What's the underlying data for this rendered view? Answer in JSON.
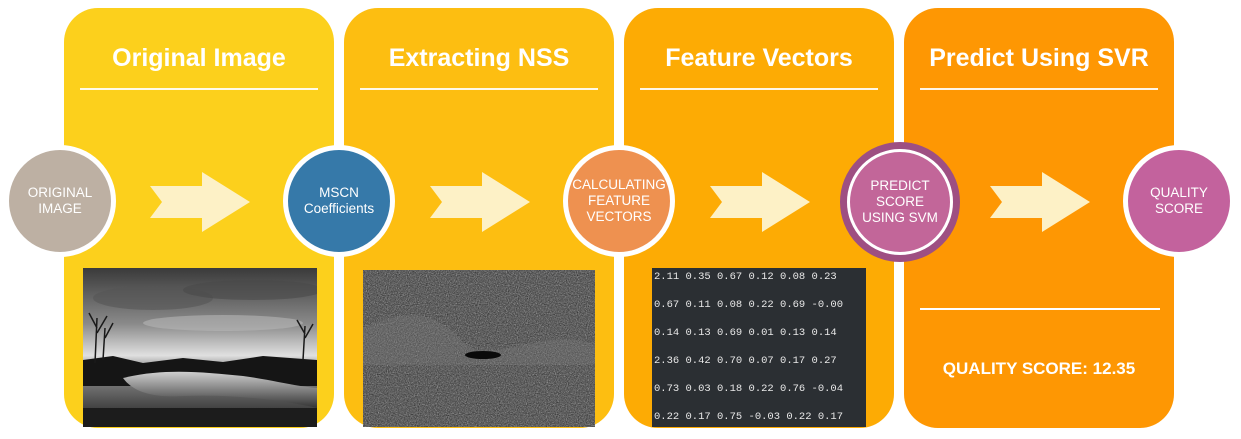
{
  "panels": [
    {
      "title": "Original Image",
      "color": "#fcd01c"
    },
    {
      "title": "Extracting NSS",
      "color": "#fdbe11"
    },
    {
      "title": "Feature Vectors",
      "color": "#fdab04"
    },
    {
      "title": "Predict Using SVR",
      "color": "#fe9703"
    }
  ],
  "nodes": [
    {
      "label": "ORIGINAL IMAGE",
      "color": "#bdb0a3"
    },
    {
      "label": "MSCN Coefficients",
      "color": "#3679a9"
    },
    {
      "label": "CALCULATING FEATURE VECTORS",
      "color": "#ee9150"
    },
    {
      "label": "PREDICT SCORE USING SVM",
      "color": "#c26699"
    },
    {
      "label": "QUALITY SCORE",
      "color": "#c3629d"
    }
  ],
  "feature_rows": [
    "2.11 0.35 0.67 0.12 0.08 0.23",
    "0.67 0.11 0.08 0.22 0.69 -0.00",
    "0.14 0.13 0.69 0.01 0.13 0.14",
    "2.36 0.42 0.70 0.07 0.17 0.27",
    "0.73 0.03 0.18 0.22 0.76 -0.04",
    "0.22 0.17 0.75 -0.03 0.22 0.17"
  ],
  "quality_score_text": "QUALITY SCORE: 12.35"
}
